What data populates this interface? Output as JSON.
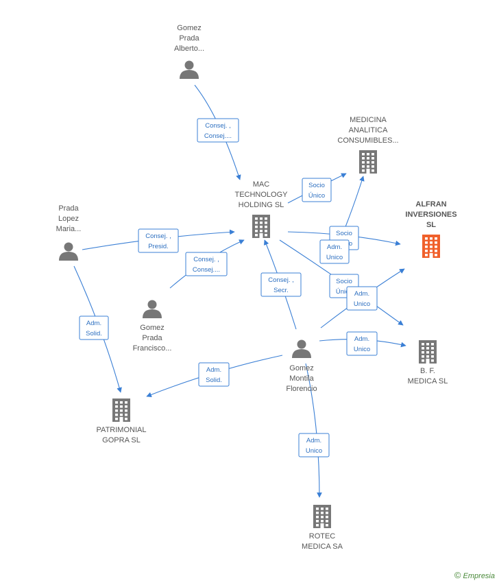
{
  "colors": {
    "edge": "#3a7fd5",
    "node": "#777777",
    "focus_node": "#f0602b"
  },
  "nodes": [
    {
      "id": "gomez_prada_alberto",
      "kind": "person",
      "lines": [
        "Gomez",
        "Prada",
        "Alberto..."
      ]
    },
    {
      "id": "mac_technology",
      "kind": "company",
      "lines": [
        "MAC",
        "TECHNOLOGY",
        "HOLDING  SL"
      ]
    },
    {
      "id": "medicina_analitica",
      "kind": "company",
      "lines": [
        "MEDICINA",
        "ANALITICA",
        "CONSUMIBLES..."
      ]
    },
    {
      "id": "alfran",
      "kind": "company",
      "focus": true,
      "lines": [
        "ALFRAN",
        "INVERSIONES",
        "SL"
      ]
    },
    {
      "id": "prada_lopez_maria",
      "kind": "person",
      "lines": [
        "Prada",
        "Lopez",
        "Maria..."
      ]
    },
    {
      "id": "gomez_prada_francisco",
      "kind": "person",
      "lines": [
        "Gomez",
        "Prada",
        "Francisco..."
      ]
    },
    {
      "id": "gomez_montila_florencio",
      "kind": "person",
      "lines": [
        "Gomez",
        "Montila",
        "Florencio"
      ]
    },
    {
      "id": "bf_medica",
      "kind": "company",
      "lines": [
        "B. F.",
        "MEDICA SL"
      ]
    },
    {
      "id": "patrimonial_gopra",
      "kind": "company",
      "lines": [
        "PATRIMONIAL",
        "GOPRA  SL"
      ]
    },
    {
      "id": "rotec_medica",
      "kind": "company",
      "lines": [
        "ROTEC",
        "MEDICA SA"
      ]
    }
  ],
  "edges": [
    {
      "id": "e1",
      "lines": [
        "Consej. ,",
        "Consej...."
      ]
    },
    {
      "id": "e2",
      "lines": [
        "Socio",
        "Único"
      ]
    },
    {
      "id": "e3",
      "lines": [
        "Consej. ,",
        "Presid."
      ]
    },
    {
      "id": "e4",
      "lines": [
        "Consej. ,",
        "Consej...."
      ]
    },
    {
      "id": "e5",
      "lines": [
        "Socio",
        "Único"
      ]
    },
    {
      "id": "e6",
      "lines": [
        "Adm.",
        "Unico"
      ]
    },
    {
      "id": "e7",
      "lines": [
        "Socio",
        "Único"
      ]
    },
    {
      "id": "e8",
      "lines": [
        "Adm.",
        "Unico"
      ]
    },
    {
      "id": "e9",
      "lines": [
        "Consej. ,",
        "Secr."
      ]
    },
    {
      "id": "e10",
      "lines": [
        "Adm.",
        "Unico"
      ]
    },
    {
      "id": "e11",
      "lines": [
        "Adm.",
        "Solid."
      ]
    },
    {
      "id": "e12",
      "lines": [
        "Adm.",
        "Solid."
      ]
    },
    {
      "id": "e13",
      "lines": [
        "Adm.",
        "Unico"
      ]
    }
  ],
  "footer": {
    "copyright": "©",
    "brand_initial": "E",
    "brand_rest": "mpresia"
  }
}
